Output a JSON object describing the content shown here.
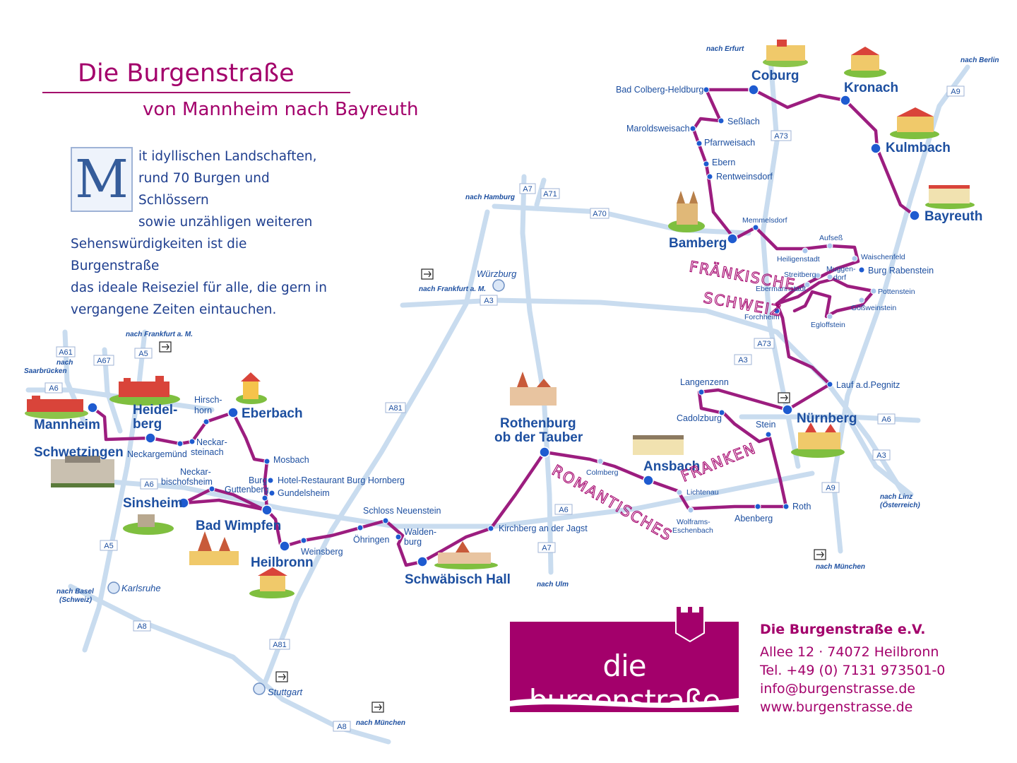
{
  "header": {
    "title": "Die Burgenstraße",
    "subtitle": "von Mannheim nach Bayreuth"
  },
  "intro": {
    "dropcap": "M",
    "line1": "it idyllischen Landschaften,",
    "line2": "rund 70 Burgen und Schlössern",
    "line3": "sowie unzähligen weiteren",
    "line4": "Sehenswürdigkeiten ist die Burgenstraße",
    "line5": "das ideale Reiseziel für alle, die gern in",
    "line6": "vergangene Zeiten eintauchen."
  },
  "colors": {
    "route": "#9c1d7f",
    "road": "#c9dcef",
    "brand": "#a3006b",
    "label": "#1d4fa0"
  },
  "cities": {
    "mannheim": "Mannheim",
    "schwetzingen": "Schwetzingen",
    "heidelberg1": "Heidel-",
    "heidelberg2": "berg",
    "eberbach": "Eberbach",
    "sinsheim": "Sinsheim",
    "bad_wimpfen": "Bad Wimpfen",
    "heilbronn": "Heilbronn",
    "schwaebisch_hall": "Schwäbisch Hall",
    "rothenburg1": "Rothenburg",
    "rothenburg2": "ob der Tauber",
    "ansbach": "Ansbach",
    "nuernberg": "Nürnberg",
    "bamberg": "Bamberg",
    "coburg": "Coburg",
    "kronach": "Kronach",
    "kulmbach": "Kulmbach",
    "bayreuth": "Bayreuth",
    "wuerzburg": "Würzburg",
    "karlsruhe": "Karlsruhe",
    "stuttgart": "Stuttgart"
  },
  "places": {
    "neckargemuend": "Neckargemünd",
    "hirschhorn1": "Hirsch-",
    "hirschhorn2": "horn",
    "neckarsteinach1": "Neckar-",
    "neckarsteinach2": "steinach",
    "mosbach": "Mosbach",
    "burg": "Burg",
    "hornberg": "Hotel-Restaurant Burg Hornberg",
    "gundelsheim": "Gundelsheim",
    "neckarbischofsheim1": "Neckar-",
    "neckarbischofsheim2": "bischofsheim",
    "guttenberg": "Guttenberg",
    "weinsberg": "Weinsberg",
    "oehringen": "Öhringen",
    "neuenstein": "Schloss Neuenstein",
    "waldenburg1": "Walden-",
    "waldenburg2": "burg",
    "kirchberg": "Kirchberg an der Jagst",
    "colmberg": "Colmberg",
    "lichtenau": "Lichtenau",
    "wolframs1": "Wolframs-",
    "wolframs2": "Eschenbach",
    "abenberg": "Abenberg",
    "roth": "Roth",
    "stein": "Stein",
    "cadolzburg": "Cadolzburg",
    "langenzenn": "Langenzenn",
    "lauf": "Lauf a.d.Pegnitz",
    "forchheim": "Forchheim",
    "egloffstein": "Egloffstein",
    "goessweinstein": "Gößweinstein",
    "pottenstein": "Pottenstein",
    "ebermannstadt": "Ebermannstadt",
    "streitberg": "Streitberg",
    "muggendorf1": "Muggen-",
    "muggendorf2": "dorf",
    "burg_rabenstein": "Burg Rabenstein",
    "waischenfeld": "Waischenfeld",
    "aufsess": "Aufseß",
    "heiligenstadt": "Heiligenstadt",
    "memmelsdorf": "Memmelsdorf",
    "rentweinsdorf": "Rentweinsdorf",
    "ebern": "Ebern",
    "pfarrweisach": "Pfarrweisach",
    "maroldsweisach": "Maroldsweisach",
    "sesslach": "Seßlach",
    "bad_colberg": "Bad Colberg-Heldburg"
  },
  "regions": {
    "fraenkische": "FRÄNKISCHE",
    "schweiz": "SCHWEIZ",
    "romantisches": "ROMANTISCHES",
    "franken": "FRANKEN"
  },
  "highways": {
    "a61": "A61",
    "a67": "A67",
    "a6_w": "A6",
    "a5_n": "A5",
    "a6_sinsheim": "A6",
    "a5_s": "A5",
    "a8_w": "A8",
    "a81_s": "A81",
    "a81_n": "A81",
    "a8_e": "A8",
    "a7_n": "A7",
    "a71": "A71",
    "a70": "A70",
    "a3_w": "A3",
    "a6_mid": "A6",
    "a7_s": "A7",
    "a73_n": "A73",
    "a3_mid": "A3",
    "a73_s": "A73",
    "a6_e": "A6",
    "a3_e": "A3",
    "a9_s": "A9",
    "a9_n": "A9"
  },
  "directions": {
    "saarbruecken1": "nach",
    "saarbruecken2": "Saarbrücken",
    "frankfurt_w": "nach Frankfurt a. M.",
    "basel1": "nach Basel",
    "basel2": "(Schweiz)",
    "muenchen_w": "nach München",
    "hamburg": "nach Hamburg",
    "frankfurt_m": "nach Frankfurt a. M.",
    "ulm": "nach Ulm",
    "muenchen_e": "nach München",
    "linz1": "nach Linz",
    "linz2": "(Österreich)",
    "erfurt": "nach Erfurt",
    "berlin": "nach Berlin"
  },
  "logo": {
    "text": "die burgenstraße"
  },
  "contact": {
    "org": "Die Burgenstraße e.V.",
    "address": "Allee 12 · 74072 Heilbronn",
    "phone": "Tel. +49 (0) 7131 973501-0",
    "email": "info@burgenstrasse.de",
    "web": "www.burgenstrasse.de"
  }
}
